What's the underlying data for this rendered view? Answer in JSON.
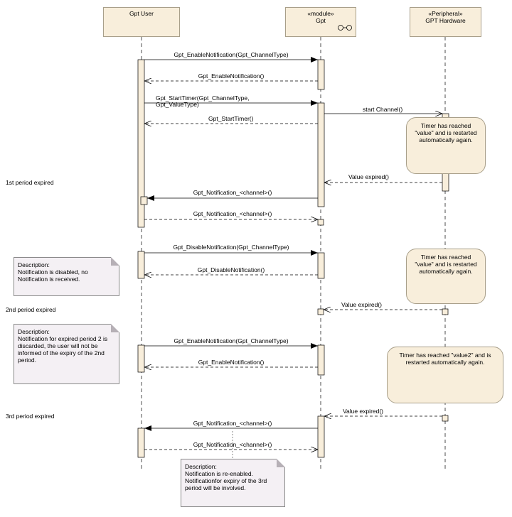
{
  "lifelines": {
    "user": {
      "name": "Gpt User"
    },
    "gpt": {
      "stereotype": "«module»",
      "name": "Gpt"
    },
    "hw": {
      "stereotype": "«Peripheral»",
      "name": "GPT Hardware"
    }
  },
  "messages": {
    "m1": "Gpt_EnableNotification(Gpt_ChannelType)",
    "m2": "Gpt_EnableNotification()",
    "m3a": "Gpt_StartTimer(Gpt_ChannelType,",
    "m3b": "Gpt_ValueType)",
    "m4": "start Channel()",
    "m5": "Gpt_StartTimer()",
    "m6": "Value expired()",
    "m7": "Gpt_Notification_<channel>()",
    "m8": "Gpt_Notification_<channel>()",
    "m9": "Gpt_DisableNotification(Gpt_ChannelType)",
    "m10": "Gpt_DisableNotification()",
    "m11": "Value expired()",
    "m12": "Gpt_EnableNotification(Gpt_ChannelType)",
    "m13": "Gpt_EnableNotification()",
    "m14": "Value expired()",
    "m15": "Gpt_Notification_<channel>()",
    "m16": "Gpt_Notification_<channel>()"
  },
  "periods": {
    "p1": "1st period expired",
    "p2": "2nd period expired",
    "p3": "3rd period expired"
  },
  "hw_notes": {
    "n1": [
      "Timer has reached",
      "\"value\" and is restarted",
      "automatically again."
    ],
    "n2": [
      "Timer has reached",
      "\"value\" and is restarted",
      "automatically again."
    ],
    "n3": [
      "Timer has reached \"value2\" and is",
      "restarted automatically again."
    ]
  },
  "notes": {
    "d1": [
      "Description:",
      "Notification is disabled, no",
      "Notification is received."
    ],
    "d2": [
      "Description:",
      "Notification for expired period 2 is",
      "discarded, the user will not be",
      "informed of the expiry of the 2nd",
      "period."
    ],
    "d3": [
      "Description:",
      "Notification is re-enabled.",
      "Notificationfor expiry of the 3rd",
      "period will be involved."
    ]
  }
}
